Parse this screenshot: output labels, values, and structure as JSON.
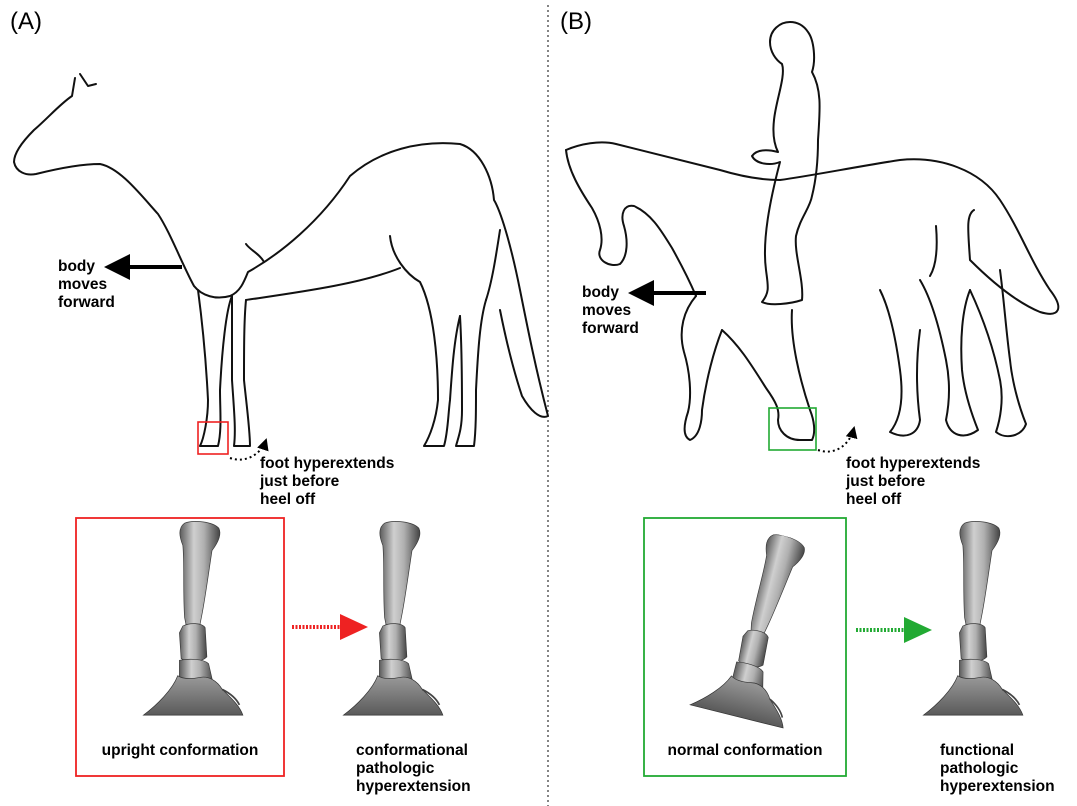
{
  "panels": {
    "a": {
      "label": "(A)",
      "body_label": [
        "body",
        "moves",
        "forward"
      ],
      "foot_label": [
        "foot hyperextends",
        "just before",
        "heel off"
      ],
      "box_label": "upright conformation",
      "result_label": [
        "conformational",
        "pathologic",
        "hyperextension"
      ],
      "accent_color": "#ee2222"
    },
    "b": {
      "label": "(B)",
      "body_label": [
        "body",
        "moves",
        "forward"
      ],
      "foot_label": [
        "foot hyperextends",
        "just before",
        "heel off"
      ],
      "box_label": "normal conformation",
      "result_label": [
        "functional",
        "pathologic",
        "hyperextension"
      ],
      "accent_color": "#22aa33"
    }
  }
}
